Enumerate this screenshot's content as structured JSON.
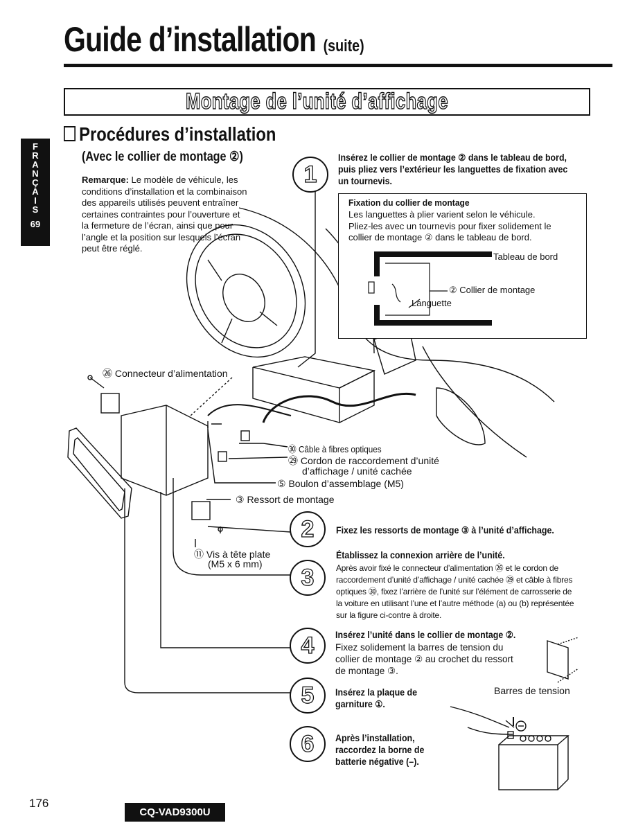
{
  "header": {
    "title": "Guide d’installation",
    "suite": "(suite)"
  },
  "banner": {
    "text": "Montage de l’unité d’affichage"
  },
  "sidebar": {
    "letters": [
      "F",
      "R",
      "A",
      "N",
      "Ç",
      "A",
      "I",
      "S"
    ],
    "page": "69"
  },
  "section": {
    "title": "Procédures d’installation",
    "subtitle": "(Avec le collier de montage ②)",
    "remark_label": "Remarque:",
    "remark_text": "Le modèle de véhicule, les conditions d’installation et la combinaison des appareils utilisés peuvent entraîner certaines contraintes pour l’ouverture et la fermeture de l’écran, ainsi que pour l’angle et la position sur lesquels l’écran peut être réglé."
  },
  "steps": [
    {
      "num": "1",
      "text": "Insérez le collier de montage ② dans le tableau de bord, puis pliez vers l’extérieur les languettes de fixation avec un tournevis."
    },
    {
      "num": "2",
      "text": "Fixez les ressorts de montage ③ à l’unité d’affichage."
    },
    {
      "num": "3",
      "title": "Établissez la connexion arrière de l’unité.",
      "text": "Après avoir fixé le connecteur d’alimentation ㉖ et le cordon de raccordement d’unité d’affichage / unité cachée ㉙ et câble à fibres optiques ㉚, fixez l’arrière de l’unité sur l’élément de carrosserie de la voiture en utilisant l’une et l’autre méthode (a) ou (b) représentée sur la figure ci-contre à droite."
    },
    {
      "num": "4",
      "title": "Insérez l’unité dans le collier de montage ②.",
      "text": "Fixez solidement la barres de tension du collier de montage ② au crochet du ressort de montage ③."
    },
    {
      "num": "5",
      "text": "Insérez la plaque de garniture ①."
    },
    {
      "num": "6",
      "text": "Après l’installation, raccordez la borne de batterie négative (–)."
    }
  ],
  "fixation_box": {
    "title": "Fixation du collier de montage",
    "text": "Les languettes à plier varient selon le véhicule. Pliez-les avec un tournevis pour fixer solidement le collier de montage ② dans le tableau de bord.",
    "label_dashboard": "Tableau de bord",
    "label_collar": "② Collier de montage",
    "label_tab": "Languette"
  },
  "callouts": {
    "power_connector": "㉖ Connecteur d’alimentation",
    "fiber_cable": "㉚ Câble à fibres optiques",
    "cord_line1": "㉙ Cordon de raccordement d’unité",
    "cord_line2": "d’affichage / unité cachée",
    "bolt": "⑤ Boulon d’assemblage (M5)",
    "spring": "③ Ressort de montage",
    "screw_line1": "⑪ Vis à tête plate",
    "screw_line2": "(M5 x 6 mm)",
    "tension_bars": "Barres de tension"
  },
  "footer": {
    "page": "176",
    "model": "CQ-VAD9300U"
  }
}
